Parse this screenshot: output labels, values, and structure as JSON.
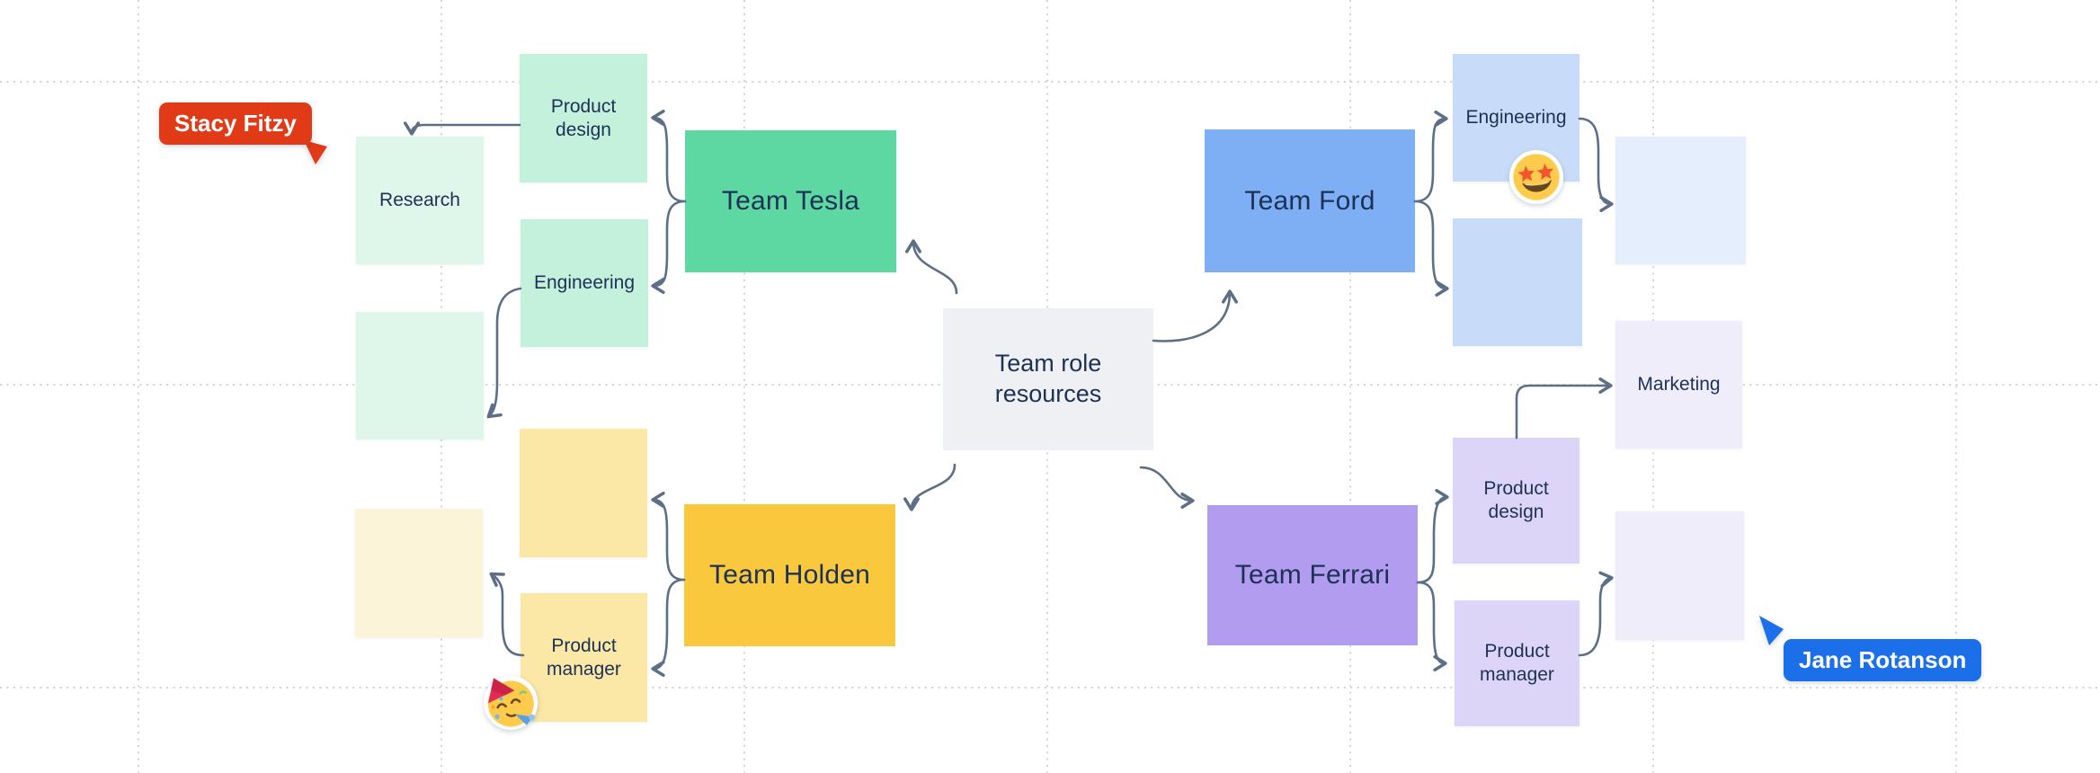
{
  "palette": {
    "team_green": "#5ed8a2",
    "team_blue": "#7eaff4",
    "team_yellow": "#f9c83d",
    "team_purple": "#b29cf0",
    "center_gray": "#eef0f3",
    "mint_light": "#dff7eb",
    "mint_mid": "#c4f1db",
    "yellow_mid": "#fbe8a6",
    "yellow_pale": "#fcf4d8",
    "blue_mid": "#c8dcf9",
    "blue_light": "#e4eefc",
    "lavender_light": "#f0edfa",
    "purple_mid": "#ddd5f7",
    "connector": "#5d6e87",
    "grid": "#d4d6da",
    "text_dark": "#1d3156",
    "cursor_red": "#e13a17",
    "cursor_blue": "#1b6fe8"
  },
  "center_node": {
    "label": "Team role resources"
  },
  "teams": {
    "tesla": {
      "label": "Team Tesla"
    },
    "ford": {
      "label": "Team Ford"
    },
    "holden": {
      "label": "Team Holden"
    },
    "ferrari": {
      "label": "Team Ferrari"
    }
  },
  "notes": {
    "research": {
      "label": "Research"
    },
    "pd_tesla": {
      "label": "Product design"
    },
    "eng_tesla": {
      "label": "Engineering"
    },
    "mint_blank": {
      "label": ""
    },
    "yellow_blank": {
      "label": ""
    },
    "pm_holden": {
      "label": "Product manager"
    },
    "yellow_pale_blank": {
      "label": ""
    },
    "eng_ford": {
      "label": "Engineering"
    },
    "blue_blank": {
      "label": ""
    },
    "blue_light_blank": {
      "label": ""
    },
    "marketing": {
      "label": "Marketing"
    },
    "pd_ferrari": {
      "label": "Product design"
    },
    "pm_ferrari": {
      "label": "Product manager"
    },
    "lavender_blank": {
      "label": ""
    }
  },
  "cursors": {
    "stacy": {
      "name": "Stacy Fitzy"
    },
    "jane": {
      "name": "Jane Rotanson"
    }
  },
  "stickers": {
    "star_struck": "star-struck emoji sticker",
    "partying": "partying-face emoji sticker"
  }
}
